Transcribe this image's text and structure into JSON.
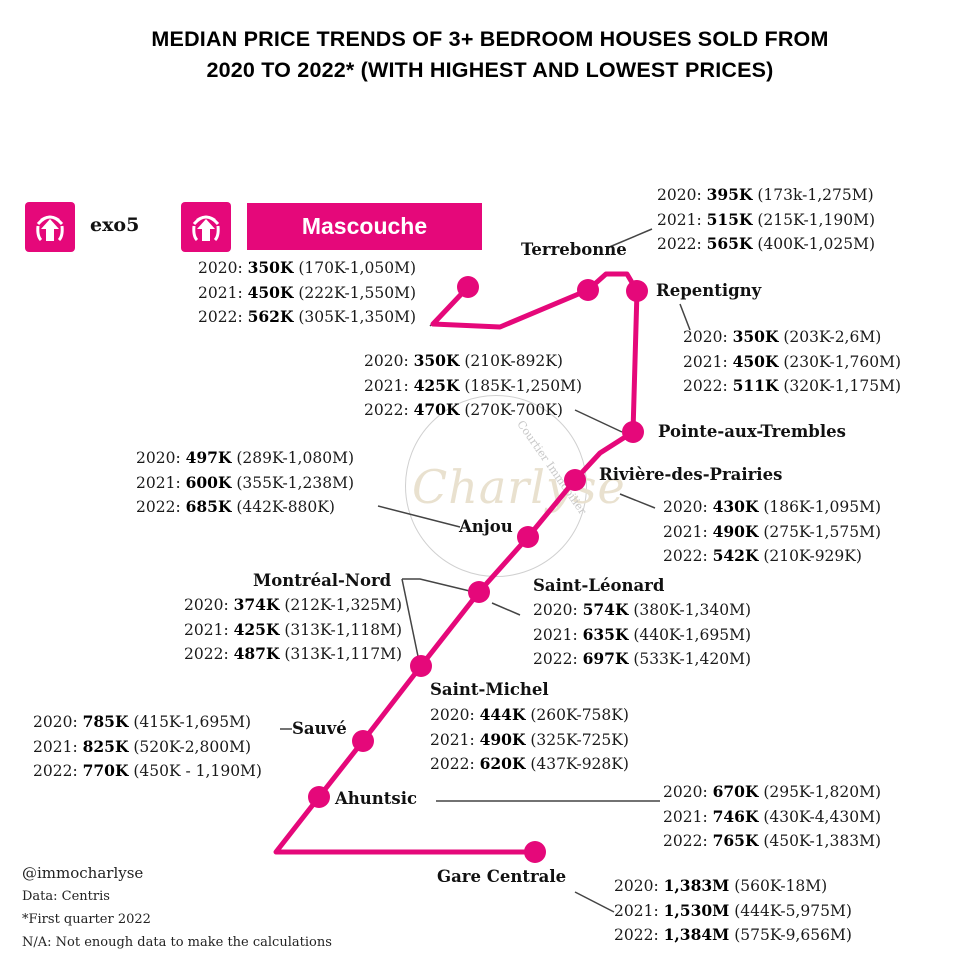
{
  "title": {
    "line1": "MEDIAN PRICE TRENDS OF 3+ BEDROOM HOUSES SOLD FROM",
    "line2": "2020 TO 2022* (WITH HIGHEST AND LOWEST PRICES)"
  },
  "legend": {
    "line_icon": "train-icon",
    "line_name": "exo5",
    "terminus_banner": "Mascouche"
  },
  "colors": {
    "line": "#e5087a",
    "text": "#1a1a1a"
  },
  "watermark": {
    "text": "Charlyse",
    "subtext": "Courtier Immobilier"
  },
  "stations": [
    {
      "name": "Mascouche",
      "rows": [
        {
          "year": "2020:",
          "median": "350K",
          "range": "(170K-1,050M)"
        },
        {
          "year": "2021:",
          "median": "450K",
          "range": "(222K-1,550M)"
        },
        {
          "year": "2022:",
          "median": "562K",
          "range": "(305K-1,350M)"
        }
      ]
    },
    {
      "name": "Terrebonne",
      "rows": [
        {
          "year": "2020:",
          "median": "395K",
          "range": "(173k-1,275M)"
        },
        {
          "year": "2021:",
          "median": "515K",
          "range": "(215K-1,190M)"
        },
        {
          "year": "2022:",
          "median": "565K",
          "range": "(400K-1,025M)"
        }
      ]
    },
    {
      "name": "Repentigny",
      "rows": [
        {
          "year": "2020:",
          "median": "350K",
          "range": "(203K-2,6M)"
        },
        {
          "year": "2021:",
          "median": "450K",
          "range": "(230K-1,760M)"
        },
        {
          "year": "2022:",
          "median": "511K",
          "range": "(320K-1,175M)"
        }
      ]
    },
    {
      "name": "Pointe-aux-Trembles",
      "rows": [
        {
          "year": "2020:",
          "median": "350K",
          "range": "(210K-892K)"
        },
        {
          "year": "2021:",
          "median": "425K",
          "range": "(185K-1,250M)"
        },
        {
          "year": "2022:",
          "median": "470K",
          "range": "(270K-700K)"
        }
      ]
    },
    {
      "name": "Rivière-des-Prairies",
      "rows": [
        {
          "year": "2020:",
          "median": "430K",
          "range": "(186K-1,095M)"
        },
        {
          "year": "2021:",
          "median": "490K",
          "range": "(275K-1,575M)"
        },
        {
          "year": "2022:",
          "median": "542K",
          "range": "(210K-929K)"
        }
      ]
    },
    {
      "name": "Anjou",
      "rows": [
        {
          "year": "2020:",
          "median": "497K",
          "range": "(289K-1,080M)"
        },
        {
          "year": "2021:",
          "median": "600K",
          "range": "(355K-1,238M)"
        },
        {
          "year": "2022:",
          "median": "685K",
          "range": "(442K-880K)"
        }
      ]
    },
    {
      "name": "Saint-Léonard",
      "rows": [
        {
          "year": "2020:",
          "median": "574K",
          "range": "(380K-1,340M)"
        },
        {
          "year": "2021:",
          "median": "635K",
          "range": "(440K-1,695M)"
        },
        {
          "year": "2022:",
          "median": "697K",
          "range": "(533K-1,420M)"
        }
      ]
    },
    {
      "name": "Montréal-Nord",
      "rows": [
        {
          "year": "2020:",
          "median": "374K",
          "range": "(212K-1,325M)"
        },
        {
          "year": "2021:",
          "median": "425K",
          "range": "(313K-1,118M)"
        },
        {
          "year": "2022:",
          "median": "487K",
          "range": "(313K-1,117M)"
        }
      ]
    },
    {
      "name": "Saint-Michel",
      "rows": [
        {
          "year": "2020:",
          "median": "444K",
          "range": "(260K-758K)"
        },
        {
          "year": "2021:",
          "median": "490K",
          "range": "(325K-725K)"
        },
        {
          "year": "2022:",
          "median": "620K",
          "range": "(437K-928K)"
        }
      ]
    },
    {
      "name": "Sauvé",
      "rows": [
        {
          "year": "2020:",
          "median": "785K",
          "range": "(415K-1,695M)"
        },
        {
          "year": "2021:",
          "median": "825K",
          "range": "(520K-2,800M)"
        },
        {
          "year": "2022:",
          "median": "770K",
          "range": "(450K - 1,190M)"
        }
      ]
    },
    {
      "name": "Ahuntsic",
      "rows": [
        {
          "year": "2020:",
          "median": "670K",
          "range": "(295K-1,820M)"
        },
        {
          "year": "2021:",
          "median": "746K",
          "range": "(430K-4,430M)"
        },
        {
          "year": "2022:",
          "median": "765K",
          "range": "(450K-1,383M)"
        }
      ]
    },
    {
      "name": "Gare Centrale",
      "rows": [
        {
          "year": "2020:",
          "median": "1,383M",
          "range": "(560K-18M)"
        },
        {
          "year": "2021:",
          "median": "1,530M",
          "range": "(444K-5,975M)"
        },
        {
          "year": "2022:",
          "median": "1,384M",
          "range": "(575K-9,656M)"
        }
      ]
    }
  ],
  "footer": {
    "handle": "@immocharlyse",
    "source": "Data: Centris",
    "note1": "*First quarter 2022",
    "note2": "N/A: Not enough data to make the calculations"
  },
  "chart_data": {
    "type": "table",
    "title": "Median price trends of 3+ bedroom houses sold from 2020 to 2022* (with highest and lowest prices)",
    "line": "exo5 Mascouche",
    "columns": [
      "station",
      "median_2020",
      "range_2020",
      "median_2021",
      "range_2021",
      "median_2022",
      "range_2022"
    ],
    "rows": [
      [
        "Mascouche",
        "350K",
        "170K-1,050M",
        "450K",
        "222K-1,550M",
        "562K",
        "305K-1,350M"
      ],
      [
        "Terrebonne",
        "395K",
        "173K-1,275M",
        "515K",
        "215K-1,190M",
        "565K",
        "400K-1,025M"
      ],
      [
        "Repentigny",
        "350K",
        "203K-2,6M",
        "450K",
        "230K-1,760M",
        "511K",
        "320K-1,175M"
      ],
      [
        "Pointe-aux-Trembles",
        "350K",
        "210K-892K",
        "425K",
        "185K-1,250M",
        "470K",
        "270K-700K"
      ],
      [
        "Rivière-des-Prairies",
        "430K",
        "186K-1,095M",
        "490K",
        "275K-1,575M",
        "542K",
        "210K-929K"
      ],
      [
        "Anjou",
        "497K",
        "289K-1,080M",
        "600K",
        "355K-1,238M",
        "685K",
        "442K-880K"
      ],
      [
        "Saint-Léonard",
        "574K",
        "380K-1,340M",
        "635K",
        "440K-1,695M",
        "697K",
        "533K-1,420M"
      ],
      [
        "Montréal-Nord",
        "374K",
        "212K-1,325M",
        "425K",
        "313K-1,118M",
        "487K",
        "313K-1,117M"
      ],
      [
        "Saint-Michel",
        "444K",
        "260K-758K",
        "490K",
        "325K-725K",
        "620K",
        "437K-928K"
      ],
      [
        "Sauvé",
        "785K",
        "415K-1,695M",
        "825K",
        "520K-2,800M",
        "770K",
        "450K-1,190M"
      ],
      [
        "Ahuntsic",
        "670K",
        "295K-1,820M",
        "746K",
        "430K-4,430M",
        "765K",
        "450K-1,383M"
      ],
      [
        "Gare Centrale",
        "1,383M",
        "560K-18M",
        "1,530M",
        "444K-5,975M",
        "1,384M",
        "575K-9,656M"
      ]
    ],
    "notes": [
      "Data: Centris",
      "*First quarter 2022",
      "N/A: Not enough data to make the calculations"
    ]
  }
}
